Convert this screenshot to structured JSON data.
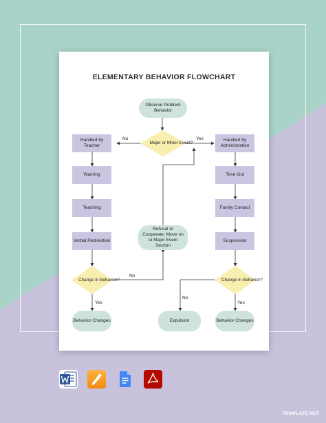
{
  "title": "ELEMENTARY BEHAVIOR FLOWCHART",
  "nodes": {
    "observe": "Observe Problem Behavior",
    "major_minor": "Major or Minor Event?",
    "handled_teacher": "Handled by Teacher",
    "handled_admin": "Handled by Administration",
    "warning": "Warning",
    "teaching": "Teaching",
    "verbal": "Verbal Redirection",
    "change_left": "Change in Behavior?",
    "changes_left": "Behavior Changes",
    "refusal": "Refusal to Cooperate; Move on to Major Event Section",
    "timeout": "Time Out",
    "family": "Family Contact",
    "suspension": "Suspension",
    "change_right": "Change in Behavior?",
    "expulsion": "Expulsion",
    "changes_right": "Behavior Changes"
  },
  "edge_labels": {
    "no_top": "No",
    "yes_top": "Yes",
    "no_left": "No",
    "yes_left": "Yes",
    "no_right": "No",
    "yes_right": "Yes"
  },
  "colors": {
    "bg_mint": "#a9d3c8",
    "bg_lavender": "#c8c2dd",
    "rect_fill": "#c9c6e2",
    "pill_fill": "#cfe3dd",
    "diamond_fill": "#f7eeb0"
  },
  "app_icons": [
    "word-icon",
    "pages-icon",
    "google-docs-icon",
    "pdf-icon"
  ],
  "watermark": "TEMPLATE.NET"
}
